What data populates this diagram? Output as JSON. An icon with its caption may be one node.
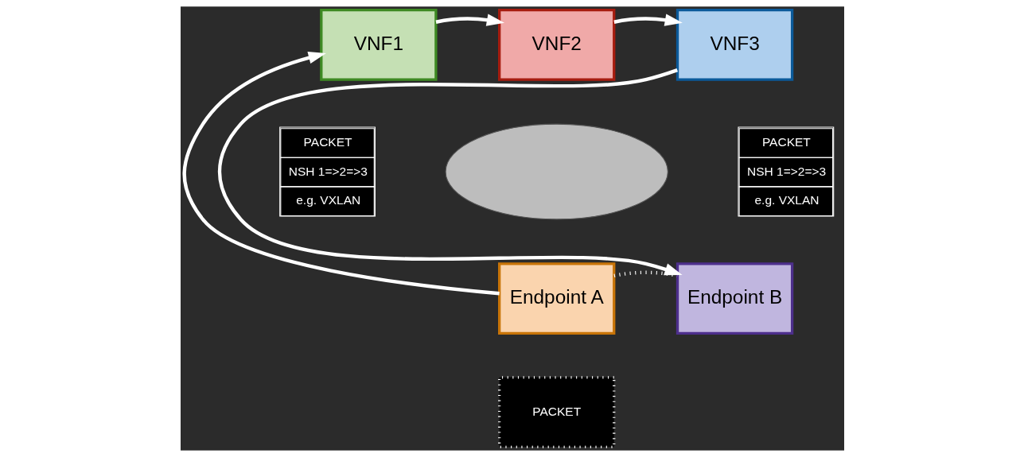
{
  "diagram": {
    "nodes": [
      {
        "text": [
          "VNF1"
        ]
      },
      {
        "text": [
          "VNF2"
        ]
      },
      {
        "text": [
          "VNF3"
        ]
      },
      {
        "text": [
          "PACKET",
          "NSH 1=>2=>3",
          "e.g. VXLAN"
        ]
      },
      {
        "text": [],
        "shape": "cloud"
      },
      {
        "text": [
          "PACKET",
          "NSH 1=>2=>3",
          "e.g. VXLAN"
        ]
      },
      {
        "text": [
          "Endpoint A"
        ]
      },
      {
        "text": [
          "Endpoint B"
        ]
      },
      {
        "text": [
          "PACKET"
        ]
      }
    ],
    "edges": [
      {
        "from": 0,
        "to": 1,
        "arrow": "to"
      },
      {
        "from": 1,
        "to": 2,
        "arrow": "to"
      },
      {
        "from": 6,
        "to": 0,
        "arrow": "to"
      },
      {
        "from": 2,
        "to": 7,
        "arrow": "to"
      },
      {
        "from": 6,
        "to": 7,
        "arrow": "none",
        "style": "dashed"
      }
    ]
  }
}
